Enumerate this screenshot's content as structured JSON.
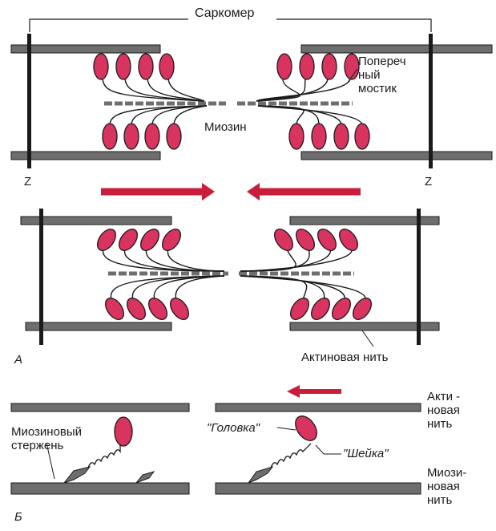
{
  "labels": {
    "sarcomere": "Саркомер",
    "cross_bridge": "Попереч\nный\nмостик",
    "myosin": "Миозин",
    "z_left": "Z",
    "z_right": "Z",
    "panel_a": "А",
    "actin_filament": "Актиновая нить",
    "myosin_rod": "Миозиновый\nстержень",
    "head": "\"Головка\"",
    "neck": "\"Шейка\"",
    "actin_b": "Акти -\nновая\nнить",
    "myosin_b": "Миози-\nновая\nнить",
    "panel_b": "Б"
  },
  "colors": {
    "head_fill": "#d9335f",
    "arrow": "#c81e3c",
    "filament": "#6e6e6e",
    "line": "#1a1a1a"
  }
}
